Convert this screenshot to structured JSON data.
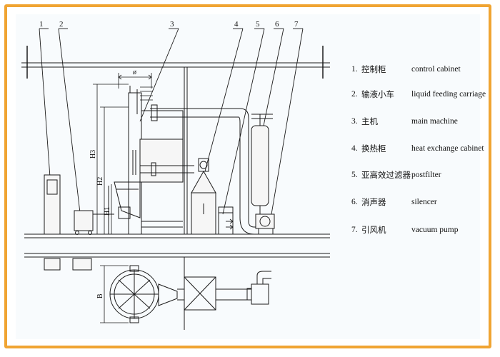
{
  "callouts": [
    "1",
    "2",
    "3",
    "4",
    "5",
    "6",
    "7"
  ],
  "dimensions": {
    "diameter": "ø",
    "h1": "H1",
    "h2": "H2",
    "h3": "H3",
    "b": "B"
  },
  "legend": [
    {
      "num": "1.",
      "zh": "控制柜",
      "en": "control cabinet"
    },
    {
      "num": "2.",
      "zh": "输液小车",
      "en": "liquid feeding carriage"
    },
    {
      "num": "3.",
      "zh": "主机",
      "en": "main machine"
    },
    {
      "num": "4.",
      "zh": "换热柜",
      "en": "heat exchange cabinet"
    },
    {
      "num": "5.",
      "zh": "亚高效过滤器",
      "en": "postfilter"
    },
    {
      "num": "6.",
      "zh": "消声器",
      "en": "silencer"
    },
    {
      "num": "7.",
      "zh": "引风机",
      "en": "vacuum pump"
    }
  ],
  "colors": {
    "frame": "#f0a432",
    "line": "#1b1b1b",
    "fill": "#f6f6f6"
  }
}
